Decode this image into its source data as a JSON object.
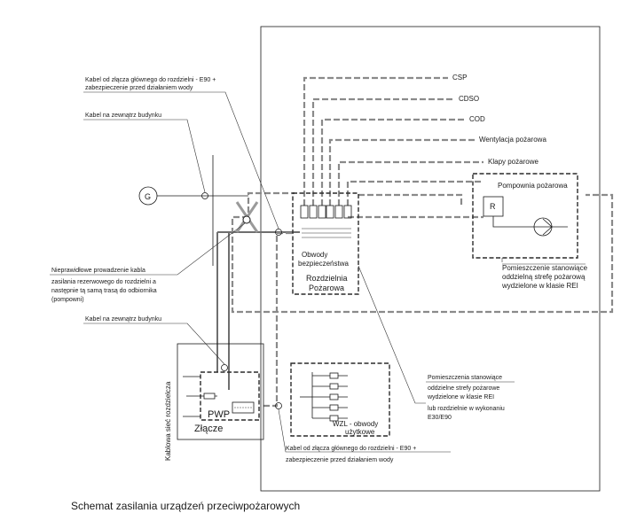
{
  "caption": "Schemat zasilania urządzeń przeciwpożarowych",
  "labels": {
    "csp": "CSP",
    "cdso": "CDSO",
    "cod": "COD",
    "wentylacja": "Wentylacja pożarowa",
    "klapy": "Klapy pożarowe",
    "pompownia": "Pompownia pożarowa",
    "r": "R",
    "pom_pompownia_1": "Pomieszczenie stanowiące",
    "pom_pompownia_2": "oddzielną strefę pożarową",
    "pom_pompownia_3": "wydzielone w klasie REI",
    "obwody_1": "Obwody",
    "obwody_2": "bezpieczeństwa",
    "rozdzielnia_1": "Rozdzielnia",
    "rozdzielnia_2": "Pożarowa",
    "kabel_top_1": "Kabel od złącza głównego do rozdzielni - E90 +",
    "kabel_top_2": "zabezpieczenie przed działaniem wody",
    "zewn_top": "Kabel na zewnątrz budynku",
    "nieprawidlowe_1": "Nieprawidłowe prowadzenie kabla",
    "nieprawidlowe_2": "zasilania rezerwowego do rozdzielni a",
    "nieprawidlowe_3": "następnie tą samą trasą do odbiornika",
    "nieprawidlowe_4": "(pompowni)",
    "zewn_mid": "Kabel na zewnątrz budynku",
    "kablowa_siec": "Kablowa sieć rozdzielcza",
    "pwp": "PWP",
    "zlacze": "Złącze",
    "wzl_1": "WZL - obwody",
    "wzl_2": "użytkowe",
    "pom_strefy_1": "Pomieszczenia stanowiące",
    "pom_strefy_2": "oddzielne strefy pożarowe",
    "pom_strefy_3": "wydzielone w klasie REI",
    "pom_strefy_4": "lub rozdzielnie w wykonaniu",
    "pom_strefy_5": "E30/E90",
    "kabel_bottom_1": "Kabel od złącza głównego do rozdzielni - E90 +",
    "kabel_bottom_2": "zabezpieczenie przed działaniem wody",
    "generator": "G"
  }
}
